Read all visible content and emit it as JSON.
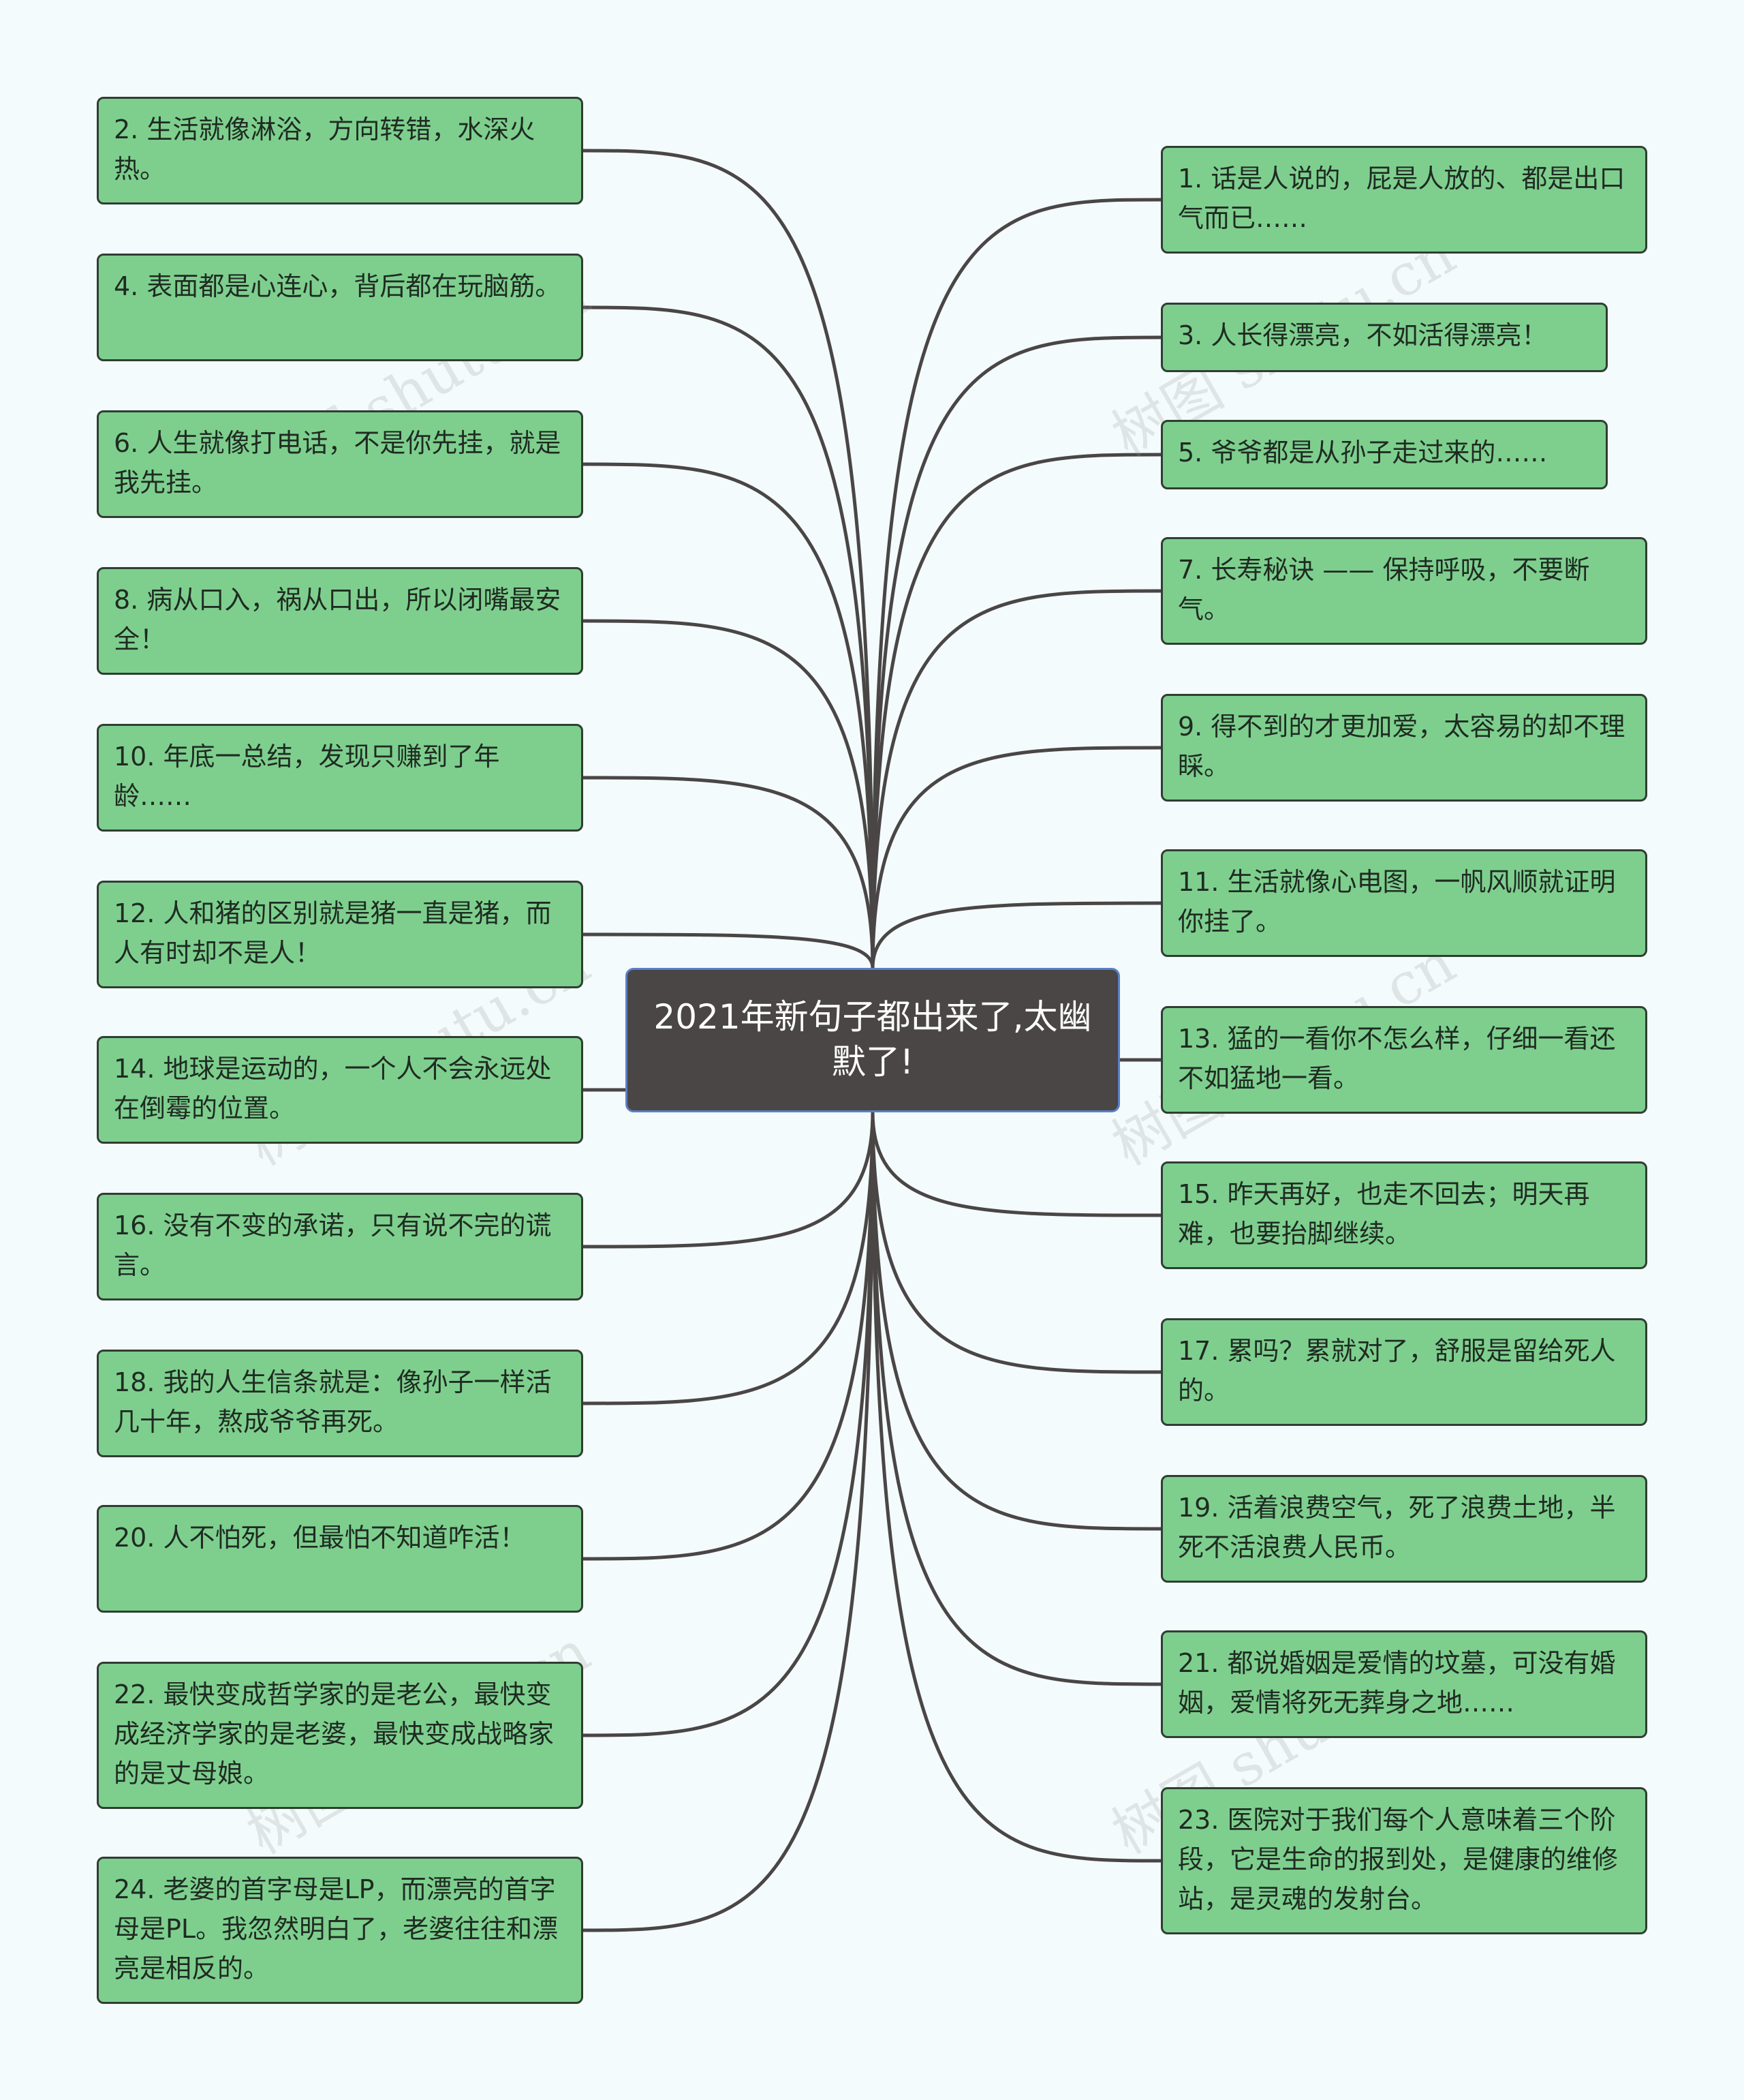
{
  "center": {
    "title": "2021年新句子都出来了,太幽默了!"
  },
  "colors": {
    "node_fill": "#7ecf8e",
    "center_fill": "#4a4646",
    "center_border": "#5a7fc6",
    "connector": "#4a4646"
  },
  "watermark": "树图 shutu.cn",
  "left_nodes": [
    {
      "text": "2. 生活就像淋浴，方向转错，水深火热。"
    },
    {
      "text": "4. 表面都是心连心，背后都在玩脑筋。"
    },
    {
      "text": "6. 人生就像打电话，不是你先挂，就是我先挂。"
    },
    {
      "text": "8. 病从口入，祸从口出，所以闭嘴最安全！"
    },
    {
      "text": "10. 年底一总结，发现只赚到了年龄……"
    },
    {
      "text": "12. 人和猪的区别就是猪一直是猪，而人有时却不是人！"
    },
    {
      "text": "14. 地球是运动的，一个人不会永远处在倒霉的位置。"
    },
    {
      "text": "16. 没有不变的承诺，只有说不完的谎言。"
    },
    {
      "text": "18. 我的人生信条就是：像孙子一样活几十年，熬成爷爷再死。"
    },
    {
      "text": "20. 人不怕死，但最怕不知道咋活！"
    },
    {
      "text": "22. 最快变成哲学家的是老公，最快变成经济学家的是老婆，最快变成战略家的是丈母娘。"
    },
    {
      "text": "24. 老婆的首字母是LP，而漂亮的首字母是PL。我忽然明白了，老婆往往和漂亮是相反的。"
    }
  ],
  "right_nodes": [
    {
      "text": "1. 话是人说的，屁是人放的、都是出口气而已……"
    },
    {
      "text": "3. 人长得漂亮，不如活得漂亮！"
    },
    {
      "text": "5. 爷爷都是从孙子走过来的……"
    },
    {
      "text": "7. 长寿秘诀 —— 保持呼吸，不要断气。"
    },
    {
      "text": "9. 得不到的才更加爱，太容易的却不理睬。"
    },
    {
      "text": "11. 生活就像心电图，一帆风顺就证明你挂了。"
    },
    {
      "text": "13. 猛的一看你不怎么样，仔细一看还不如猛地一看。"
    },
    {
      "text": "15. 昨天再好，也走不回去；明天再难，也要抬脚继续。"
    },
    {
      "text": "17. 累吗？累就对了，舒服是留给死人的。"
    },
    {
      "text": "19. 活着浪费空气，死了浪费土地，半死不活浪费人民币。"
    },
    {
      "text": "21. 都说婚姻是爱情的坟墓，可没有婚姻，爱情将死无葬身之地……"
    },
    {
      "text": "23. 医院对于我们每个人意味着三个阶段，它是生命的报到处，是健康的维修站，是灵魂的发射台。"
    }
  ]
}
